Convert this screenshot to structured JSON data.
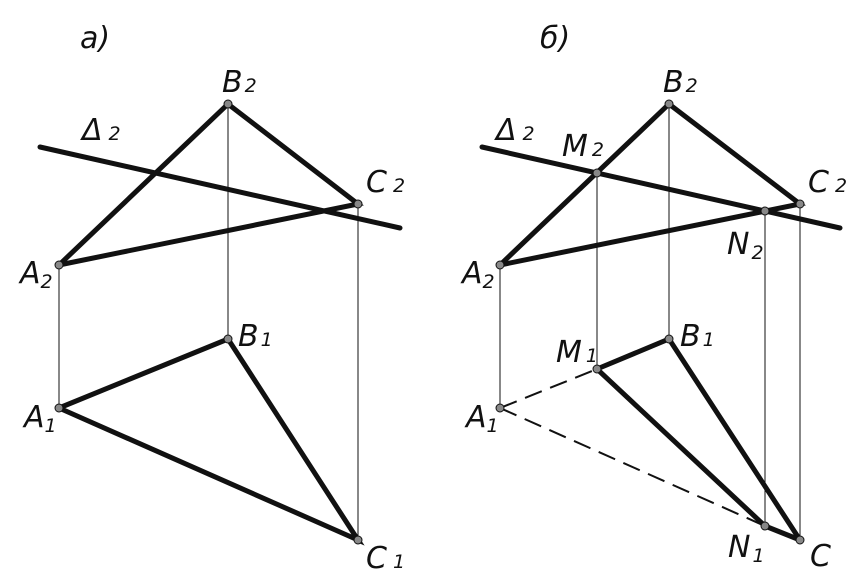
{
  "panel_a": {
    "title": "a)",
    "labels": {
      "B2": {
        "main": "B",
        "sub": "2"
      },
      "delta2": {
        "main": "Δ",
        "sub": "2"
      },
      "C2": {
        "main": "C",
        "sub": "2"
      },
      "A2": {
        "main": "A",
        "sub": "2"
      },
      "B1": {
        "main": "B",
        "sub": "1"
      },
      "A1": {
        "main": "A",
        "sub": "1"
      },
      "C1": {
        "main": "C",
        "sub": "1"
      }
    }
  },
  "panel_b": {
    "title": "б)",
    "labels": {
      "B2": {
        "main": "B",
        "sub": "2"
      },
      "delta2": {
        "main": "Δ",
        "sub": "2"
      },
      "M2": {
        "main": "M",
        "sub": "2"
      },
      "C2": {
        "main": "C",
        "sub": "2"
      },
      "N2": {
        "main": "N",
        "sub": "2"
      },
      "A2": {
        "main": "A",
        "sub": "2"
      },
      "M1": {
        "main": "M",
        "sub": "1"
      },
      "B1": {
        "main": "B",
        "sub": "1"
      },
      "A1": {
        "main": "A",
        "sub": "1"
      },
      "N1": {
        "main": "N",
        "sub": "1"
      },
      "C": {
        "main": "C",
        "sub": ""
      }
    }
  },
  "colors": {
    "line": "#111111",
    "point_fill": "#888888",
    "background": "#ffffff"
  }
}
